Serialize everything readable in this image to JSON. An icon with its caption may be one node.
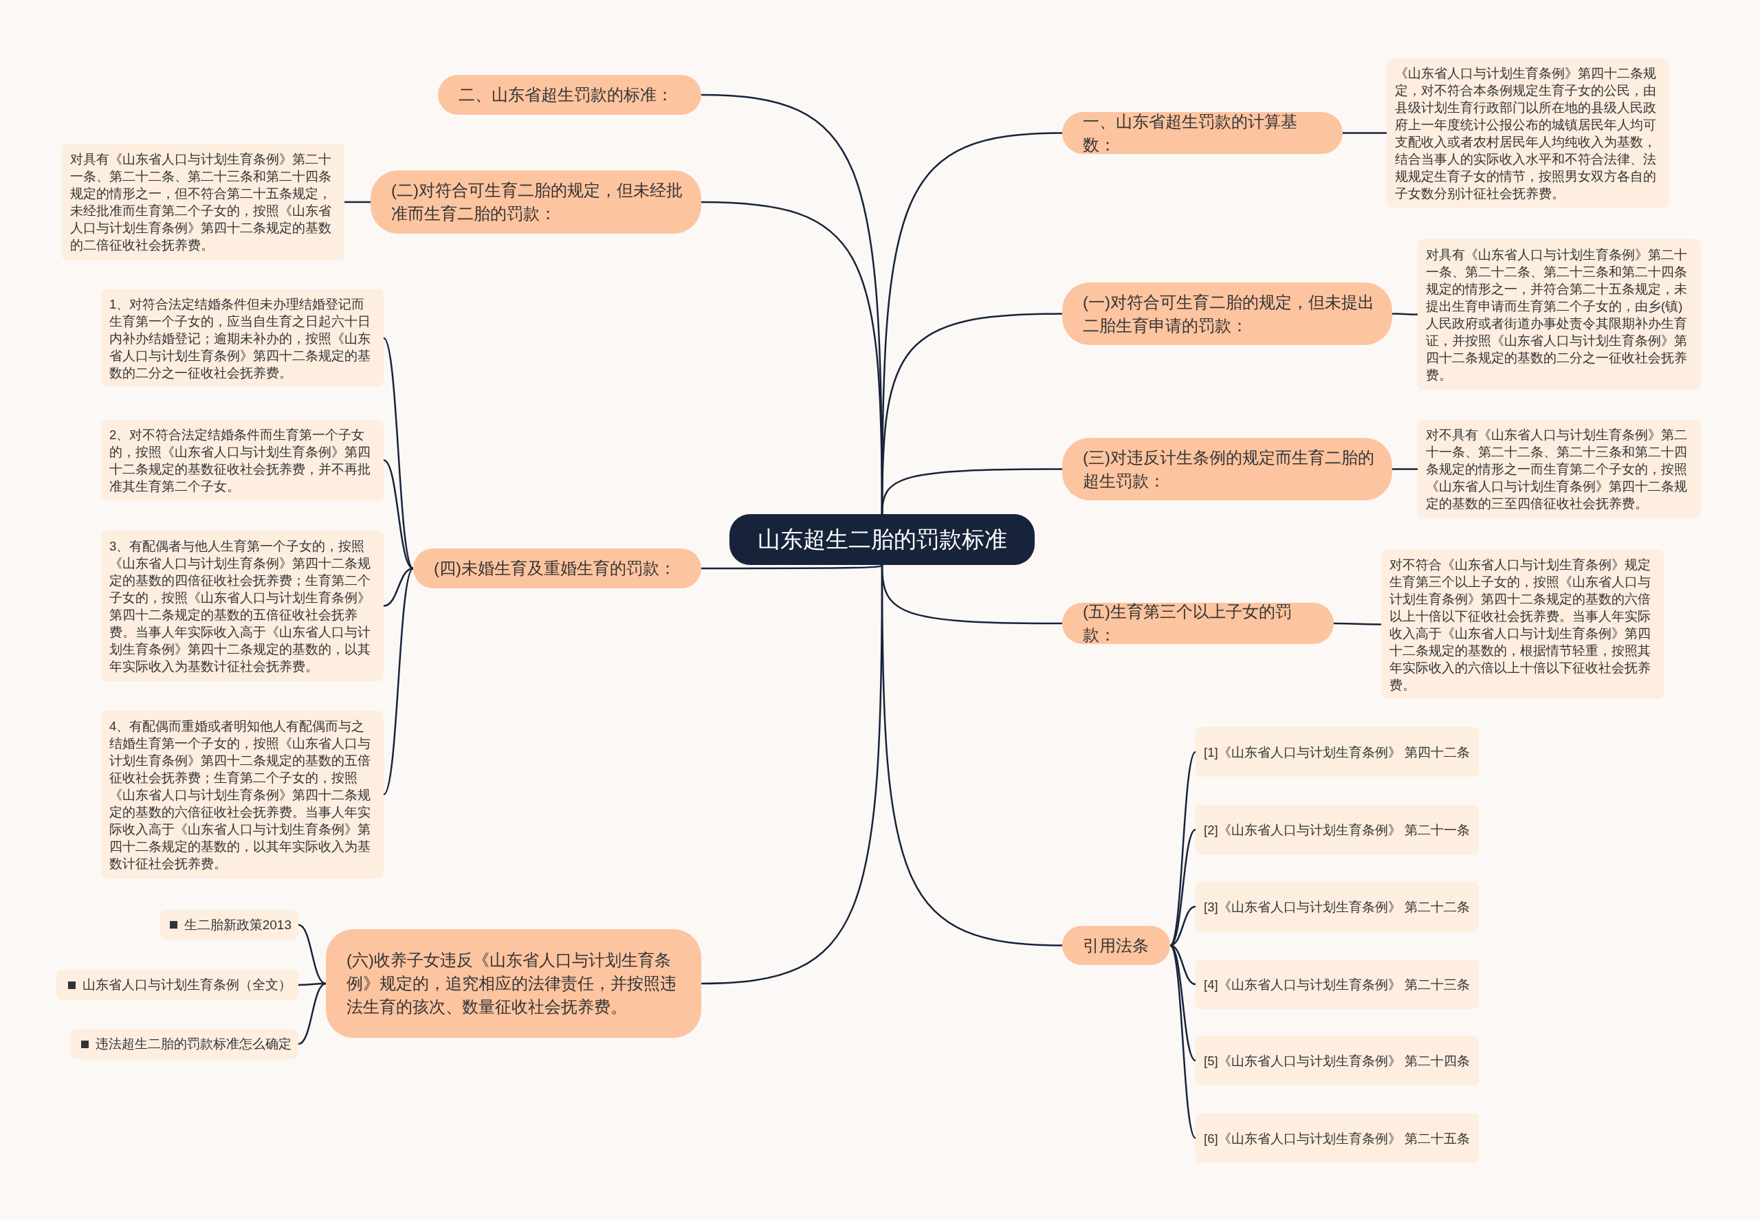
{
  "diagram": {
    "nodes": [
      {
        "text": [
          "山东超生二胎的罚款标准"
        ]
      },
      {
        "text": [
          "二、山东省超生罚款的标准："
        ]
      },
      {
        "text": [
          "(二)对符合可生育二胎的规定，但未经批准而生育二胎的罚款："
        ]
      },
      {
        "text": [
          "对具有《山东省人口与计划生育条例》第二十一条、第二十二条、第二十三条和第二十四条规定的情形之一，但不符合第二十五条规定，未经批准而生育第二个子女的，按照《山东省人口与计划生育条例》第四十二条规定的基数的二倍征收社会抚养费。"
        ]
      },
      {
        "text": [
          "(四)未婚生育及重婚生育的罚款："
        ]
      },
      {
        "text": [
          "1、对符合法定结婚条件但未办理结婚登记而生育第一个子女的，应当自生育之日起六十日内补办结婚登记；逾期未补办的，按照《山东省人口与计划生育条例》第四十二条规定的基数的二分之一征收社会抚养费。"
        ]
      },
      {
        "text": [
          "2、对不符合法定结婚条件而生育第一个子女的，按照《山东省人口与计划生育条例》第四十二条规定的基数征收社会抚养费，并不再批准其生育第二个子女。"
        ]
      },
      {
        "text": [
          "3、有配偶者与他人生育第一个子女的，按照《山东省人口与计划生育条例》第四十二条规定的基数的四倍征收社会抚养费；生育第二个子女的，按照《山东省人口与计划生育条例》第四十二条规定的基数的五倍征收社会抚养费。当事人年实际收入高于《山东省人口与计划生育条例》第四十二条规定的基数的，以其年实际收入为基数计征社会抚养费。"
        ]
      },
      {
        "text": [
          "4、有配偶而重婚或者明知他人有配偶而与之结婚生育第一个子女的，按照《山东省人口与计划生育条例》第四十二条规定的基数的五倍征收社会抚养费；生育第二个子女的，按照《山东省人口与计划生育条例》第四十二条规定的基数的六倍征收社会抚养费。当事人年实际收入高于《山东省人口与计划生育条例》第四十二条规定的基数的，以其年实际收入为基数计征社会抚养费。"
        ]
      },
      {
        "text": [
          "(六)收养子女违反《山东省人口与计划生育条例》规定的，追究相应的法律责任，并按照违法生育的孩次、数量征收社会抚养费。"
        ]
      },
      {
        "text": [
          "生二胎新政策2013"
        ]
      },
      {
        "text": [
          "山东省人口与计划生育条例（全文）"
        ]
      },
      {
        "text": [
          "违法超生二胎的罚款标准怎么确定"
        ]
      },
      {
        "text": [
          "一、山东省超生罚款的计算基数："
        ]
      },
      {
        "text": [
          "《山东省人口与计划生育条例》第四十二条规定，对不符合本条例规定生育子女的公民，由县级计划生育行政部门以所在地的县级人民政府上一年度统计公报公布的城镇居民年人均可支配收入或者农村居民年人均纯收入为基数，结合当事人的实际收入水平和不符合法律、法规规定生育子女的情节，按照男女双方各自的子女数分别计征社会抚养费。"
        ]
      },
      {
        "text": [
          "(一)对符合可生育二胎的规定，但未提出二胎生育申请的罚款："
        ]
      },
      {
        "text": [
          "对具有《山东省人口与计划生育条例》第二十一条、第二十二条、第二十三条和第二十四条规定的情形之一，并符合第二十五条规定，未提出生育申请而生育第二个子女的，由乡(镇)人民政府或者街道办事处责令其限期补办生育证，并按照《山东省人口与计划生育条例》第四十二条规定的基数的二分之一征收社会抚养费。"
        ]
      },
      {
        "text": [
          "(三)对违反计生条例的规定而生育二胎的超生罚款："
        ]
      },
      {
        "text": [
          "对不具有《山东省人口与计划生育条例》第二十一条、第二十二条、第二十三条和第二十四条规定的情形之一而生育第二个子女的，按照《山东省人口与计划生育条例》第四十二条规定的基数的三至四倍征收社会抚养费。"
        ]
      },
      {
        "text": [
          "(五)生育第三个以上子女的罚款："
        ]
      },
      {
        "text": [
          "对不符合《山东省人口与计划生育条例》规定生育第三个以上子女的，按照《山东省人口与计划生育条例》第四十二条规定的基数的六倍以上十倍以下征收社会抚养费。当事人年实际收入高于《山东省人口与计划生育条例》第四十二条规定的基数的，根据情节轻重，按照其年实际收入的六倍以上十倍以下征收社会抚养费。"
        ]
      },
      {
        "text": [
          "引用法条"
        ]
      },
      {
        "text": [
          "[1]《山东省人口与计划生育条例》 第四十二条"
        ]
      },
      {
        "text": [
          "[2]《山东省人口与计划生育条例》 第二十一条"
        ]
      },
      {
        "text": [
          "[3]《山东省人口与计划生育条例》 第二十二条"
        ]
      },
      {
        "text": [
          "[4]《山东省人口与计划生育条例》 第二十三条"
        ]
      },
      {
        "text": [
          "[5]《山东省人口与计划生育条例》 第二十四条"
        ]
      },
      {
        "text": [
          "[6]《山东省人口与计划生育条例》 第二十五条"
        ]
      }
    ],
    "edges": [
      {
        "from": 0,
        "to": 1,
        "arrow": "none"
      },
      {
        "from": 0,
        "to": 2,
        "arrow": "none"
      },
      {
        "from": 2,
        "to": 3,
        "arrow": "none"
      },
      {
        "from": 0,
        "to": 4,
        "arrow": "none"
      },
      {
        "from": 4,
        "to": 5,
        "arrow": "none"
      },
      {
        "from": 4,
        "to": 6,
        "arrow": "none"
      },
      {
        "from": 4,
        "to": 7,
        "arrow": "none"
      },
      {
        "from": 4,
        "to": 8,
        "arrow": "none"
      },
      {
        "from": 0,
        "to": 9,
        "arrow": "none"
      },
      {
        "from": 9,
        "to": 10,
        "arrow": "none"
      },
      {
        "from": 9,
        "to": 11,
        "arrow": "none"
      },
      {
        "from": 9,
        "to": 12,
        "arrow": "none"
      },
      {
        "from": 0,
        "to": 13,
        "arrow": "none"
      },
      {
        "from": 13,
        "to": 14,
        "arrow": "none"
      },
      {
        "from": 0,
        "to": 15,
        "arrow": "none"
      },
      {
        "from": 15,
        "to": 16,
        "arrow": "none"
      },
      {
        "from": 0,
        "to": 17,
        "arrow": "none"
      },
      {
        "from": 17,
        "to": 18,
        "arrow": "none"
      },
      {
        "from": 0,
        "to": 19,
        "arrow": "none"
      },
      {
        "from": 19,
        "to": 20,
        "arrow": "none"
      },
      {
        "from": 0,
        "to": 21,
        "arrow": "none"
      },
      {
        "from": 21,
        "to": 22,
        "arrow": "none"
      },
      {
        "from": 21,
        "to": 23,
        "arrow": "none"
      },
      {
        "from": 21,
        "to": 24,
        "arrow": "none"
      },
      {
        "from": 21,
        "to": 25,
        "arrow": "none"
      },
      {
        "from": 21,
        "to": 26,
        "arrow": "none"
      },
      {
        "from": 21,
        "to": 27,
        "arrow": "none"
      }
    ]
  }
}
